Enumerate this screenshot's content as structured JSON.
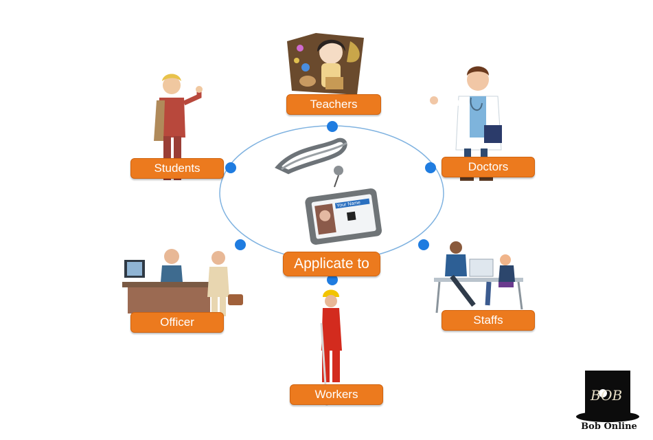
{
  "diagram": {
    "center_label": "Applicate to",
    "roles": [
      {
        "key": "teachers",
        "label": "Teachers"
      },
      {
        "key": "doctors",
        "label": "Doctors"
      },
      {
        "key": "staffs",
        "label": "Staffs"
      },
      {
        "key": "workers",
        "label": "Workers"
      },
      {
        "key": "officer",
        "label": "Officer"
      },
      {
        "key": "students",
        "label": "Students"
      }
    ],
    "badge": {
      "text": "Your Name"
    }
  },
  "logo": {
    "monogram": "BOB",
    "text": "Bob Online"
  },
  "colors": {
    "accent": "#ec7a1e",
    "node": "#1f7ce0",
    "ring": "#7fb2e0"
  }
}
